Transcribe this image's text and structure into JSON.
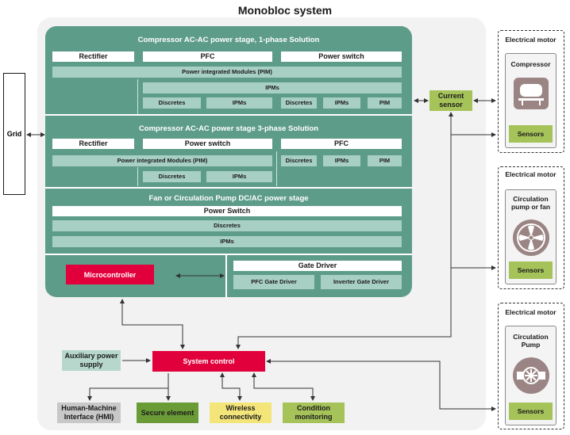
{
  "title": "Monobloc system",
  "grid": "Grid",
  "section1": {
    "title": "Compressor AC-AC power stage, 1-phase Solution",
    "headers": [
      "Rectifier",
      "PFC",
      "Power switch"
    ],
    "pim": "Power integrated Modules (PIM)",
    "ipms": "IPMs",
    "row": [
      "Discretes",
      "IPMs",
      "Discretes",
      "IPMs",
      "PIM"
    ]
  },
  "section2": {
    "title": "Compressor AC-AC power stage 3-phase Solution",
    "headers": [
      "Rectifier",
      "Power switch",
      "PFC"
    ],
    "pim": "Power integrated Modules (PIM)",
    "row_left": [
      "Discretes",
      "IPMs"
    ],
    "row_right": [
      "Discretes",
      "IPMs",
      "PIM"
    ]
  },
  "section3": {
    "title": "Fan or Circulation Pump DC/AC power stage",
    "header": "Power Switch",
    "rows": [
      "Discretes",
      "IPMs"
    ]
  },
  "section4": {
    "microcontroller": "Microcontroller",
    "gate_driver": "Gate Driver",
    "pfc_gate_driver": "PFC Gate Driver",
    "inverter_gate_driver": "Inverter Gate Driver"
  },
  "current_sensor": "Current sensor",
  "auxiliary_power": "Auxiliary power supply",
  "system_control": "System control",
  "peripherals": [
    {
      "label": "Human-Machine Interface (HMI)",
      "color": "#c8c8c8"
    },
    {
      "label": "Secure element",
      "color": "#6b9b37"
    },
    {
      "label": "Wireless connectivity",
      "color": "#f3e57a"
    },
    {
      "label": "Condition monitoring",
      "color": "#a6c35a"
    }
  ],
  "motors": [
    {
      "title": "Electrical motor",
      "component": "Compressor",
      "sensors": "Sensors",
      "icon": "compressor-icon"
    },
    {
      "title": "Electrical motor",
      "component": "Circulation pump or fan",
      "sensors": "Sensors",
      "icon": "fan-icon"
    },
    {
      "title": "Electrical motor",
      "component": "Circulation Pump",
      "sensors": "Sensors",
      "icon": "pump-icon"
    }
  ],
  "colors": {
    "panel": "#5e9c8a",
    "light_box": "#a8cfc3",
    "red": "#e2003c",
    "sensor_green": "#a6c35a"
  }
}
